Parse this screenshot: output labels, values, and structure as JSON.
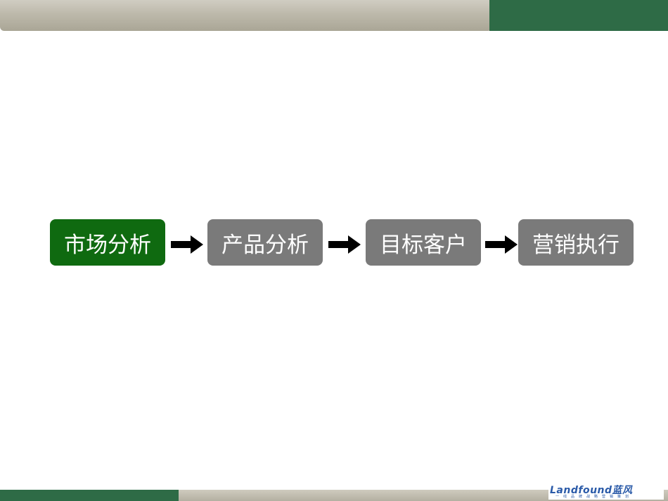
{
  "steps": [
    {
      "label": "市场分析",
      "state": "active"
    },
    {
      "label": "产品分析",
      "state": "inactive"
    },
    {
      "label": "目标客户",
      "state": "inactive"
    },
    {
      "label": "营销执行",
      "state": "inactive"
    }
  ],
  "logo": {
    "brand": "Landfound蓝风",
    "tagline": "一线品牌战略营销策划"
  },
  "colors": {
    "active_step": "#0f6a10",
    "inactive_step": "#7a7a7a",
    "accent_green": "#2e6b46",
    "band_gray": "#bdb9ab",
    "brand_blue": "#2a5aa8"
  }
}
